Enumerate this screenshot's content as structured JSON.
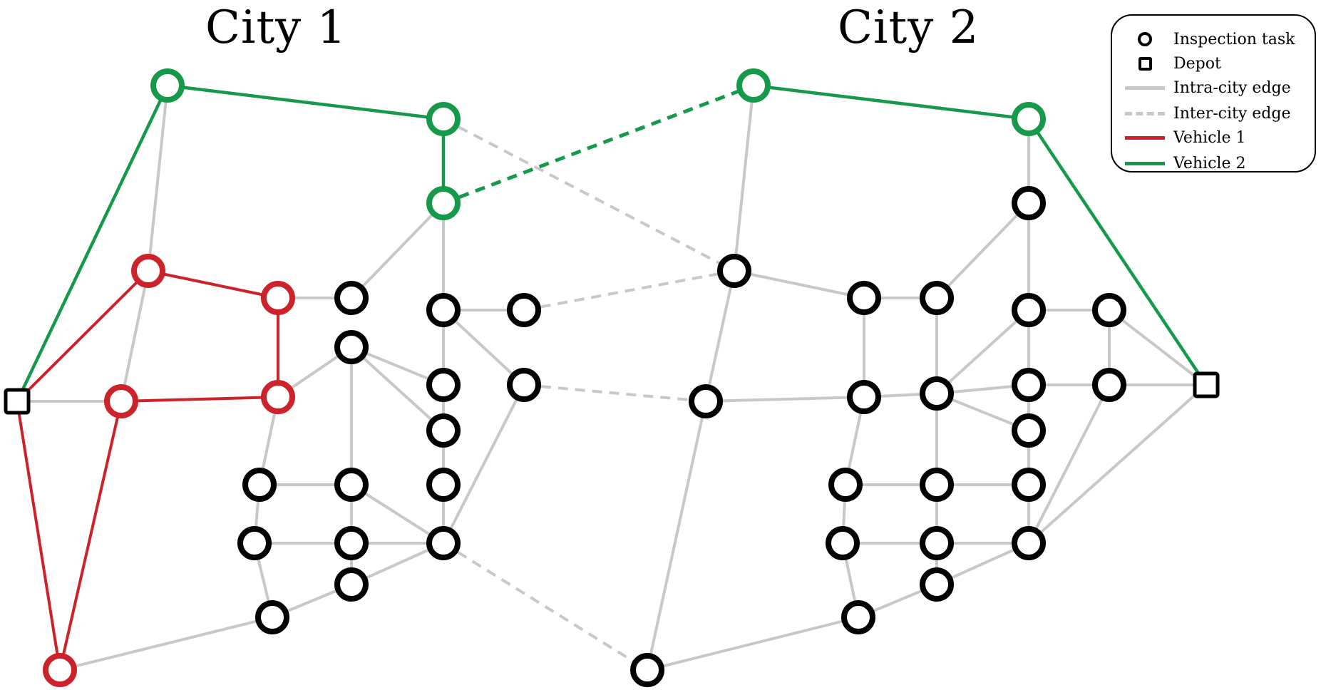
{
  "titles": {
    "city1": "City 1",
    "city2": "City 2"
  },
  "colors": {
    "intra_edge": "#c8c8c8",
    "inter_edge": "#c8c8c8",
    "vehicle1": "#cc2229",
    "vehicle2": "#16994a",
    "task": "#000000",
    "depot": "#000000"
  },
  "legend": [
    {
      "label": "Inspection task",
      "kind": "circle",
      "color": "#000000"
    },
    {
      "label": "Depot",
      "kind": "square",
      "color": "#000000"
    },
    {
      "label": "Intra-city edge",
      "kind": "line",
      "color": "#c8c8c8"
    },
    {
      "label": "Inter-city edge",
      "kind": "dash",
      "color": "#c8c8c8"
    },
    {
      "label": "Vehicle 1",
      "kind": "line",
      "color": "#cc2229"
    },
    {
      "label": "Vehicle 2",
      "kind": "line",
      "color": "#16994a"
    }
  ],
  "graph": {
    "nodes": [
      {
        "id": "c1_depot",
        "type": "depot",
        "route": "none"
      },
      {
        "id": "c1_n1",
        "type": "task",
        "route": "vehicle2"
      },
      {
        "id": "c1_n2",
        "type": "task",
        "route": "vehicle2"
      },
      {
        "id": "c1_n3",
        "type": "task",
        "route": "vehicle2"
      },
      {
        "id": "c1_n4",
        "type": "task",
        "route": "vehicle1"
      },
      {
        "id": "c1_n5",
        "type": "task",
        "route": "vehicle1"
      },
      {
        "id": "c1_n6",
        "type": "task",
        "route": "vehicle1"
      },
      {
        "id": "c1_n7",
        "type": "task",
        "route": "vehicle1"
      },
      {
        "id": "c1_n8",
        "type": "task",
        "route": "vehicle1"
      },
      {
        "id": "c1_n9",
        "type": "task",
        "route": "none"
      },
      {
        "id": "c1_n10",
        "type": "task",
        "route": "none"
      },
      {
        "id": "c1_n11",
        "type": "task",
        "route": "none"
      },
      {
        "id": "c1_n12",
        "type": "task",
        "route": "none"
      },
      {
        "id": "c1_n13",
        "type": "task",
        "route": "none"
      },
      {
        "id": "c1_n14",
        "type": "task",
        "route": "none"
      },
      {
        "id": "c1_n15",
        "type": "task",
        "route": "none"
      },
      {
        "id": "c1_n16",
        "type": "task",
        "route": "none"
      },
      {
        "id": "c1_n17",
        "type": "task",
        "route": "none"
      },
      {
        "id": "c1_n18",
        "type": "task",
        "route": "none"
      },
      {
        "id": "c1_n19",
        "type": "task",
        "route": "none"
      },
      {
        "id": "c1_n20",
        "type": "task",
        "route": "none"
      },
      {
        "id": "c1_n21",
        "type": "task",
        "route": "none"
      },
      {
        "id": "c1_n22",
        "type": "task",
        "route": "none"
      },
      {
        "id": "c1_n23",
        "type": "task",
        "route": "none"
      },
      {
        "id": "c1_n24",
        "type": "task",
        "route": "none"
      },
      {
        "id": "c1_n25",
        "type": "task",
        "route": "none"
      },
      {
        "id": "c2_depot",
        "type": "depot",
        "route": "none"
      },
      {
        "id": "c2_n1",
        "type": "task",
        "route": "vehicle2"
      },
      {
        "id": "c2_n2",
        "type": "task",
        "route": "vehicle2"
      },
      {
        "id": "c2_n3",
        "type": "task",
        "route": "none"
      },
      {
        "id": "c2_n4",
        "type": "task",
        "route": "none"
      },
      {
        "id": "c2_n5",
        "type": "task",
        "route": "none"
      },
      {
        "id": "c2_n6",
        "type": "task",
        "route": "none"
      },
      {
        "id": "c2_n7",
        "type": "task",
        "route": "none"
      },
      {
        "id": "c2_n8",
        "type": "task",
        "route": "none"
      },
      {
        "id": "c2_n9",
        "type": "task",
        "route": "none"
      },
      {
        "id": "c2_n10",
        "type": "task",
        "route": "none"
      },
      {
        "id": "c2_n11",
        "type": "task",
        "route": "none"
      },
      {
        "id": "c2_n12",
        "type": "task",
        "route": "none"
      },
      {
        "id": "c2_n13",
        "type": "task",
        "route": "none"
      },
      {
        "id": "c2_n14",
        "type": "task",
        "route": "none"
      },
      {
        "id": "c2_n15",
        "type": "task",
        "route": "none"
      },
      {
        "id": "c2_n16",
        "type": "task",
        "route": "none"
      },
      {
        "id": "c2_n17",
        "type": "task",
        "route": "none"
      },
      {
        "id": "c2_n18",
        "type": "task",
        "route": "none"
      },
      {
        "id": "c2_n19",
        "type": "task",
        "route": "none"
      },
      {
        "id": "c2_n20",
        "type": "task",
        "route": "none"
      },
      {
        "id": "c2_n21",
        "type": "task",
        "route": "none"
      },
      {
        "id": "c2_n22",
        "type": "task",
        "route": "none"
      },
      {
        "id": "c2_n23",
        "type": "task",
        "route": "none"
      },
      {
        "id": "c2_n24",
        "type": "task",
        "route": "none"
      },
      {
        "id": "c2_n25",
        "type": "task",
        "route": "none"
      }
    ],
    "edges": [
      {
        "from": "c1_depot",
        "to": "c1_n1",
        "kind": "vehicle2"
      },
      {
        "from": "c1_n1",
        "to": "c1_n2",
        "kind": "vehicle2"
      },
      {
        "from": "c1_n2",
        "to": "c1_n3",
        "kind": "vehicle2"
      },
      {
        "from": "c1_n3",
        "to": "c2_n1",
        "kind": "vehicle2-inter"
      },
      {
        "from": "c2_n1",
        "to": "c2_n2",
        "kind": "vehicle2"
      },
      {
        "from": "c2_n2",
        "to": "c2_depot",
        "kind": "vehicle2"
      },
      {
        "from": "c1_depot",
        "to": "c1_n4",
        "kind": "vehicle1"
      },
      {
        "from": "c1_n4",
        "to": "c1_n5",
        "kind": "vehicle1"
      },
      {
        "from": "c1_n5",
        "to": "c1_n7",
        "kind": "vehicle1"
      },
      {
        "from": "c1_n7",
        "to": "c1_n6",
        "kind": "vehicle1"
      },
      {
        "from": "c1_n6",
        "to": "c1_n8",
        "kind": "vehicle1"
      },
      {
        "from": "c1_n8",
        "to": "c1_depot",
        "kind": "vehicle1"
      },
      {
        "from": "c1_n1",
        "to": "c1_n4",
        "kind": "intra"
      },
      {
        "from": "c1_n4",
        "to": "c1_n6",
        "kind": "intra"
      },
      {
        "from": "c1_depot",
        "to": "c1_n6",
        "kind": "intra"
      },
      {
        "from": "c1_n8",
        "to": "c1_n25",
        "kind": "intra"
      },
      {
        "from": "c1_n25",
        "to": "c1_n24",
        "kind": "intra"
      },
      {
        "from": "c1_n5",
        "to": "c1_n9",
        "kind": "intra"
      },
      {
        "from": "c1_n3",
        "to": "c1_n9",
        "kind": "intra"
      },
      {
        "from": "c1_n3",
        "to": "c1_n12",
        "kind": "intra"
      },
      {
        "from": "c1_n7",
        "to": "c1_n11",
        "kind": "intra"
      },
      {
        "from": "c1_n7",
        "to": "c1_n16",
        "kind": "intra"
      },
      {
        "from": "c1_n10",
        "to": "c1_n12",
        "kind": "intra"
      },
      {
        "from": "c1_n12",
        "to": "c1_n13",
        "kind": "intra"
      },
      {
        "from": "c1_n12",
        "to": "c1_n14",
        "kind": "intra"
      },
      {
        "from": "c1_n11",
        "to": "c1_n14",
        "kind": "intra"
      },
      {
        "from": "c1_n11",
        "to": "c1_n15",
        "kind": "intra"
      },
      {
        "from": "c1_n14",
        "to": "c1_n15",
        "kind": "intra"
      },
      {
        "from": "c1_n14",
        "to": "c1_n18",
        "kind": "intra"
      },
      {
        "from": "c1_n15",
        "to": "c1_n18",
        "kind": "intra"
      },
      {
        "from": "c1_n18",
        "to": "c1_n19",
        "kind": "intra"
      },
      {
        "from": "c1_n16",
        "to": "c1_n17",
        "kind": "intra"
      },
      {
        "from": "c1_n16",
        "to": "c1_n20",
        "kind": "intra"
      },
      {
        "from": "c1_n17",
        "to": "c1_n19",
        "kind": "intra"
      },
      {
        "from": "c1_n11",
        "to": "c1_n17",
        "kind": "intra"
      },
      {
        "from": "c1_n17",
        "to": "c1_n21",
        "kind": "intra"
      },
      {
        "from": "c1_n19",
        "to": "c1_n22",
        "kind": "intra"
      },
      {
        "from": "c1_n20",
        "to": "c1_n21",
        "kind": "intra"
      },
      {
        "from": "c1_n21",
        "to": "c1_n22",
        "kind": "intra"
      },
      {
        "from": "c1_n13",
        "to": "c1_n22",
        "kind": "intra"
      },
      {
        "from": "c1_n20",
        "to": "c1_n24",
        "kind": "intra"
      },
      {
        "from": "c1_n21",
        "to": "c1_n23",
        "kind": "intra"
      },
      {
        "from": "c1_n23",
        "to": "c1_n24",
        "kind": "intra"
      },
      {
        "from": "c1_n22",
        "to": "c1_n23",
        "kind": "intra"
      },
      {
        "from": "c1_n2",
        "to": "c2_n3",
        "kind": "inter"
      },
      {
        "from": "c1_n10",
        "to": "c2_n3",
        "kind": "inter"
      },
      {
        "from": "c1_n13",
        "to": "c2_n4",
        "kind": "inter"
      },
      {
        "from": "c1_n22",
        "to": "c2_n5",
        "kind": "inter"
      },
      {
        "from": "c2_n1",
        "to": "c2_n3",
        "kind": "intra"
      },
      {
        "from": "c2_n3",
        "to": "c2_n4",
        "kind": "intra"
      },
      {
        "from": "c2_n4",
        "to": "c2_n5",
        "kind": "intra"
      },
      {
        "from": "c2_n3",
        "to": "c2_n6",
        "kind": "intra"
      },
      {
        "from": "c2_n4",
        "to": "c2_n11",
        "kind": "intra"
      },
      {
        "from": "c2_n5",
        "to": "c2_n23",
        "kind": "intra"
      },
      {
        "from": "c2_n2",
        "to": "c2_n7",
        "kind": "intra"
      },
      {
        "from": "c2_n7",
        "to": "c2_n9",
        "kind": "intra"
      },
      {
        "from": "c2_n7",
        "to": "c2_n8",
        "kind": "intra"
      },
      {
        "from": "c2_n6",
        "to": "c2_n8",
        "kind": "intra"
      },
      {
        "from": "c2_n6",
        "to": "c2_n11",
        "kind": "intra"
      },
      {
        "from": "c2_n8",
        "to": "c2_n12",
        "kind": "intra"
      },
      {
        "from": "c2_n12",
        "to": "c2_n9",
        "kind": "intra"
      },
      {
        "from": "c2_n9",
        "to": "c2_n10",
        "kind": "intra"
      },
      {
        "from": "c2_n9",
        "to": "c2_n13",
        "kind": "intra"
      },
      {
        "from": "c2_n10",
        "to": "c2_depot",
        "kind": "intra"
      },
      {
        "from": "c2_n10",
        "to": "c2_n14",
        "kind": "intra"
      },
      {
        "from": "c2_n11",
        "to": "c2_n12",
        "kind": "intra"
      },
      {
        "from": "c2_n12",
        "to": "c2_n13",
        "kind": "intra"
      },
      {
        "from": "c2_n12",
        "to": "c2_n15",
        "kind": "intra"
      },
      {
        "from": "c2_n12",
        "to": "c2_n17",
        "kind": "intra"
      },
      {
        "from": "c2_n13",
        "to": "c2_n14",
        "kind": "intra"
      },
      {
        "from": "c2_n13",
        "to": "c2_n15",
        "kind": "intra"
      },
      {
        "from": "c2_n14",
        "to": "c2_depot",
        "kind": "intra"
      },
      {
        "from": "c2_n14",
        "to": "c2_n21",
        "kind": "intra"
      },
      {
        "from": "c2_n15",
        "to": "c2_n18",
        "kind": "intra"
      },
      {
        "from": "c2_n11",
        "to": "c2_n16",
        "kind": "intra"
      },
      {
        "from": "c2_n16",
        "to": "c2_n17",
        "kind": "intra"
      },
      {
        "from": "c2_n17",
        "to": "c2_n18",
        "kind": "intra"
      },
      {
        "from": "c2_n16",
        "to": "c2_n19",
        "kind": "intra"
      },
      {
        "from": "c2_n17",
        "to": "c2_n20",
        "kind": "intra"
      },
      {
        "from": "c2_n18",
        "to": "c2_n21",
        "kind": "intra"
      },
      {
        "from": "c2_n19",
        "to": "c2_n20",
        "kind": "intra"
      },
      {
        "from": "c2_n20",
        "to": "c2_n21",
        "kind": "intra"
      },
      {
        "from": "c2_n21",
        "to": "c2_depot",
        "kind": "intra"
      },
      {
        "from": "c2_n19",
        "to": "c2_n24",
        "kind": "intra"
      },
      {
        "from": "c2_n20",
        "to": "c2_n22",
        "kind": "intra"
      },
      {
        "from": "c2_n21",
        "to": "c2_n22",
        "kind": "intra"
      },
      {
        "from": "c2_n22",
        "to": "c2_n24",
        "kind": "intra"
      },
      {
        "from": "c2_n23",
        "to": "c2_n24",
        "kind": "intra"
      }
    ]
  }
}
